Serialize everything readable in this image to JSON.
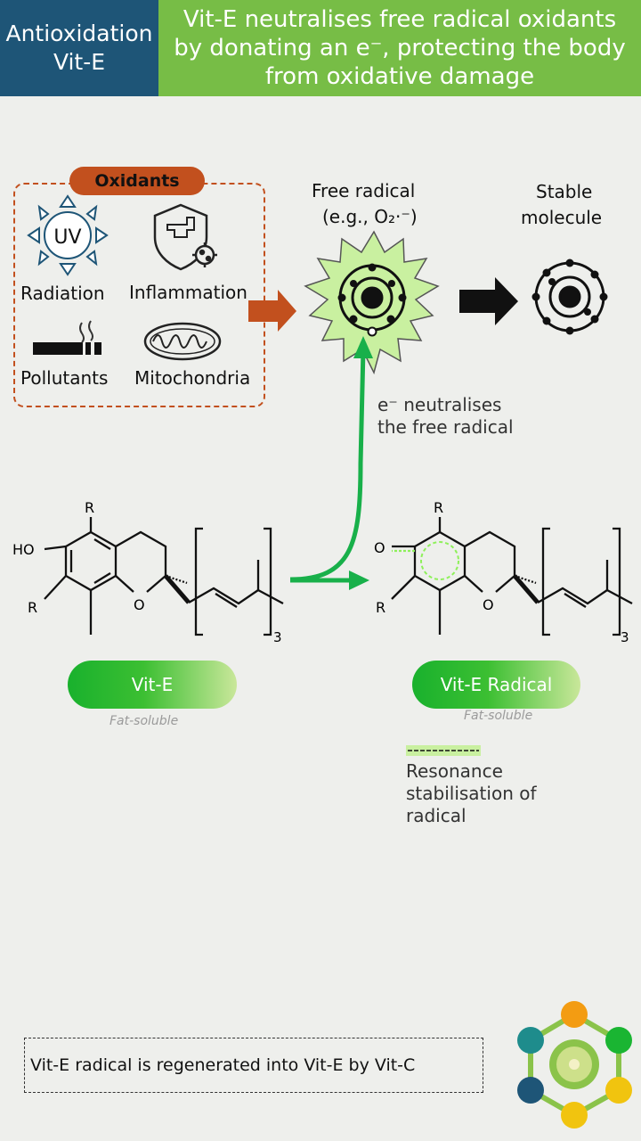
{
  "header": {
    "tag_line1": "Antioxidation",
    "tag_line2": "Vit-E",
    "title": "Vit-E neutralises free radical oxidants by donating an e⁻, protecting the body from oxidative damage"
  },
  "oxidants": {
    "title": "Oxidants",
    "uv_text": "UV",
    "items": [
      "Radiation",
      "Inflammation",
      "Pollutants",
      "Mitochondria"
    ]
  },
  "free_radical": {
    "line1": "Free radical",
    "line2": "(e.g., O₂·⁻)"
  },
  "stable": {
    "line1": "Stable",
    "line2": "molecule"
  },
  "electron_note": {
    "line1": "e⁻ neutralises",
    "line2": "the free radical"
  },
  "molecules": {
    "vite": {
      "label": "Vit-E",
      "sub": "Fat-soluble",
      "ho": "HO",
      "r_top": "R",
      "r_left": "R",
      "o": "O",
      "n": "3"
    },
    "radical": {
      "label": "Vit-E Radical",
      "sub": "Fat-soluble",
      "o_keto": "O",
      "r_top": "R",
      "r_left": "R",
      "o": "O",
      "n": "3"
    }
  },
  "resonance": {
    "line1": "Resonance",
    "line2": "stabilisation of",
    "line3": "radical"
  },
  "footer_note": "Vit-E radical is regenerated into Vit-E by Vit-C",
  "colors": {
    "navy": "#1e5577",
    "green_header": "#77bd46",
    "orange": "#c2501e",
    "arrow_green": "#18b04a",
    "radical_fill": "#c9f0a0"
  }
}
